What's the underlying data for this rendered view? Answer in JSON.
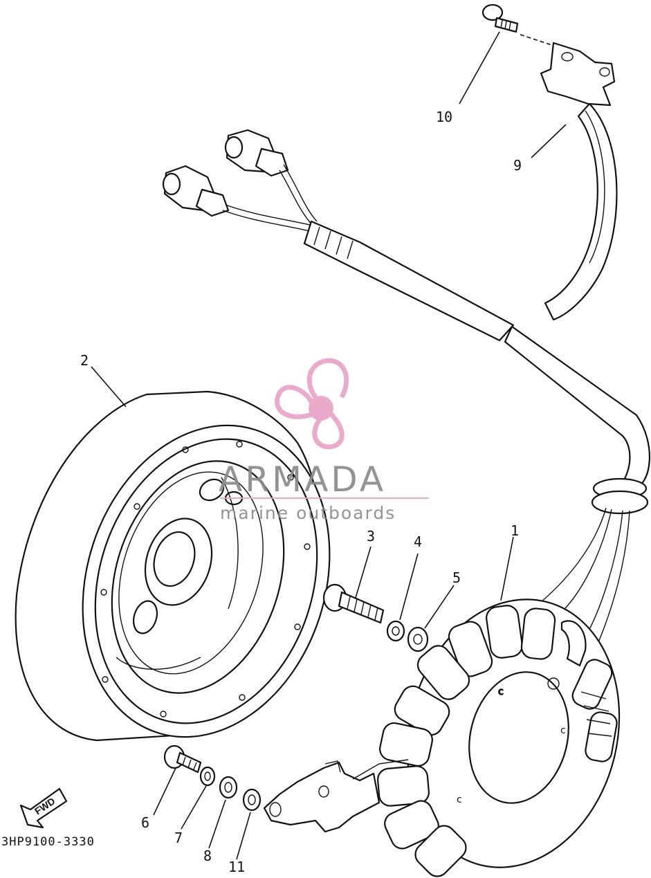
{
  "diagram": {
    "part_number_code": "3HP9100-3330",
    "fwd_label": "FWD",
    "callouts": [
      "1",
      "2",
      "3",
      "4",
      "5",
      "6",
      "7",
      "8",
      "9",
      "10",
      "11"
    ]
  },
  "watermark": {
    "brand": "ARMADA",
    "tagline": "marine outboards",
    "brand_color": "#e8a3c8",
    "text_color": "#8a8a8a"
  }
}
